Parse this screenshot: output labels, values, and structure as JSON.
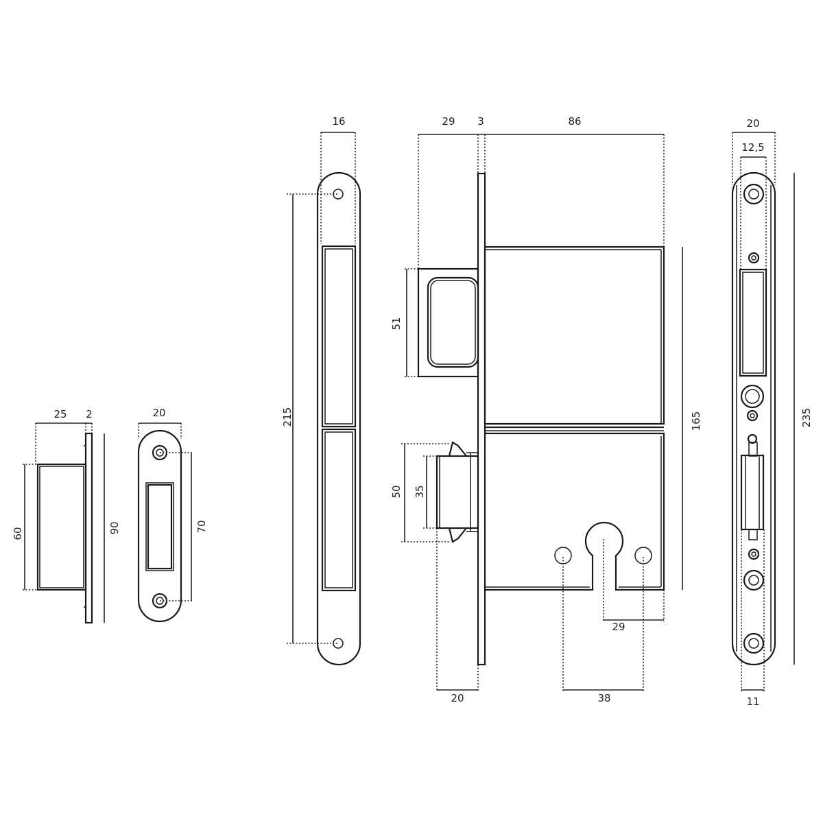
{
  "dimensions": {
    "strike_depth": "25",
    "strike_flange": "2",
    "strike_box_height": "60",
    "strike_total_height": "90",
    "strike_plate_width": "20",
    "strike_screw_spacing": "70",
    "faceplate_width": "16",
    "faceplate_screw_spacing": "215",
    "latch_projection": "29",
    "faceplate_thickness": "3",
    "case_depth": "86",
    "deadbolt_height": "51",
    "latch_outer_height": "50",
    "latch_inner_height": "35",
    "case_height": "165",
    "cylinder_offset": "29",
    "backset": "20",
    "hole_spacing": "38",
    "front_width": "20",
    "front_inner_width": "12,5",
    "front_height": "235",
    "front_bottom_width": "11"
  }
}
